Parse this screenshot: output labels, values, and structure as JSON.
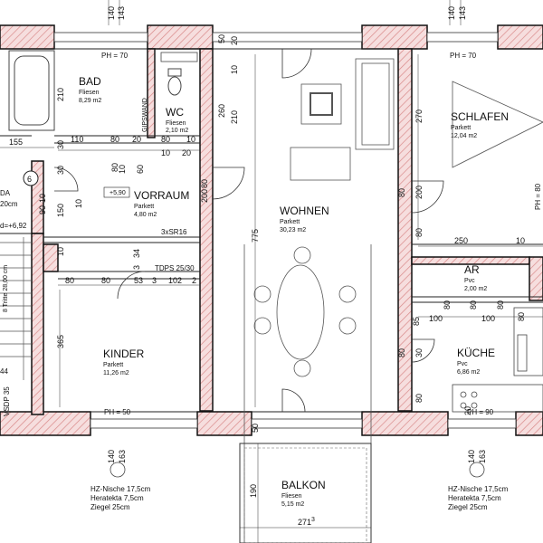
{
  "rooms": {
    "bad": {
      "name": "BAD",
      "floor": "Fliesen",
      "area": "8,29 m2"
    },
    "wc": {
      "name": "WC",
      "floor": "Fliesen",
      "area": "2,10 m2"
    },
    "vorraum": {
      "name": "VORRAUM",
      "floor": "Parkett",
      "area": "4,80 m2"
    },
    "wohnen": {
      "name": "WOHNEN",
      "floor": "Parkett",
      "area": "30,23 m2"
    },
    "schlafen": {
      "name": "SCHLAFEN",
      "floor": "Parkett",
      "area": "12,04 m2"
    },
    "ar": {
      "name": "AR",
      "floor": "Pvc",
      "area": "2,00 m2"
    },
    "kueche": {
      "name": "KÜCHE",
      "floor": "Pvc",
      "area": "6,86 m2"
    },
    "kinder": {
      "name": "KINDER",
      "floor": "Parkett",
      "area": "11,26 m2"
    },
    "balkon": {
      "name": "BALKON",
      "floor": "Fliesen",
      "area": "5,15 m2"
    }
  },
  "labels": {
    "ph70_left": "PH = 70",
    "ph70_right": "PH = 70",
    "ph50": "PH = 50",
    "ph90": "PH = 90",
    "ph80": "PH = 80",
    "gipswand": "GIPSWAND",
    "level_590": "+5,90",
    "sr16": "3xSR16",
    "tdps": "TDPS 25/30",
    "circle_6": "6",
    "da": "DA",
    "d_692": "d=+6,92",
    "twenty_cm": "20cm",
    "treppe": "8 Tritte 28,00 cm",
    "vsdp": "VSDP 35",
    "num_44": "44"
  },
  "notes": {
    "left": [
      "HZ-Nische 17,5cm",
      "Heratekta 7,5cm",
      "Ziegel 25cm"
    ],
    "right": [
      "HZ-Nische 17,5cm",
      "Heratekta 7,5cm",
      "Ziegel 25cm"
    ]
  },
  "dims": {
    "top_140": "140",
    "top_143": "143",
    "top_140b": "140",
    "top_143b": "143",
    "d210_bad": "210",
    "d110": "110",
    "d80a": "80",
    "d20a": "20",
    "d155": "155",
    "d30a": "30",
    "d30b": "30",
    "d80b": "80",
    "d10a": "10",
    "d10b": "10",
    "d20b": "20",
    "d10c": "10",
    "d80c": "80",
    "d10d": "10",
    "d60": "60",
    "d260": "260",
    "d210_wc": "210",
    "d10_w": "10",
    "d50_w": "50",
    "d20_w": "20",
    "d775": "775",
    "d270": "270",
    "d80d": "80",
    "d80e": "80",
    "d200": "200",
    "d80f": "80",
    "d200b": "200",
    "d250": "250",
    "d10e": "10",
    "d80g": "80",
    "d100": "100",
    "d100b": "100",
    "d80h": "80",
    "d85": "85",
    "d80i": "80",
    "d80j": "80",
    "d80k": "80",
    "d30c": "30",
    "d80l": "80",
    "d20c": "20",
    "d80m": "80",
    "d53": "53",
    "d3": "3",
    "d102": "102",
    "d2": "2",
    "d34": "34",
    "d3b": "3",
    "d150": "150",
    "d10f": "10",
    "d90": "90",
    "d10g": "10",
    "d365": "365",
    "d50_b": "50",
    "d190": "190",
    "d271": "271",
    "d3c": "3",
    "bot_140": "140",
    "bot_163": "163",
    "bot_140b": "140",
    "bot_163b": "163",
    "d80n": "80"
  }
}
